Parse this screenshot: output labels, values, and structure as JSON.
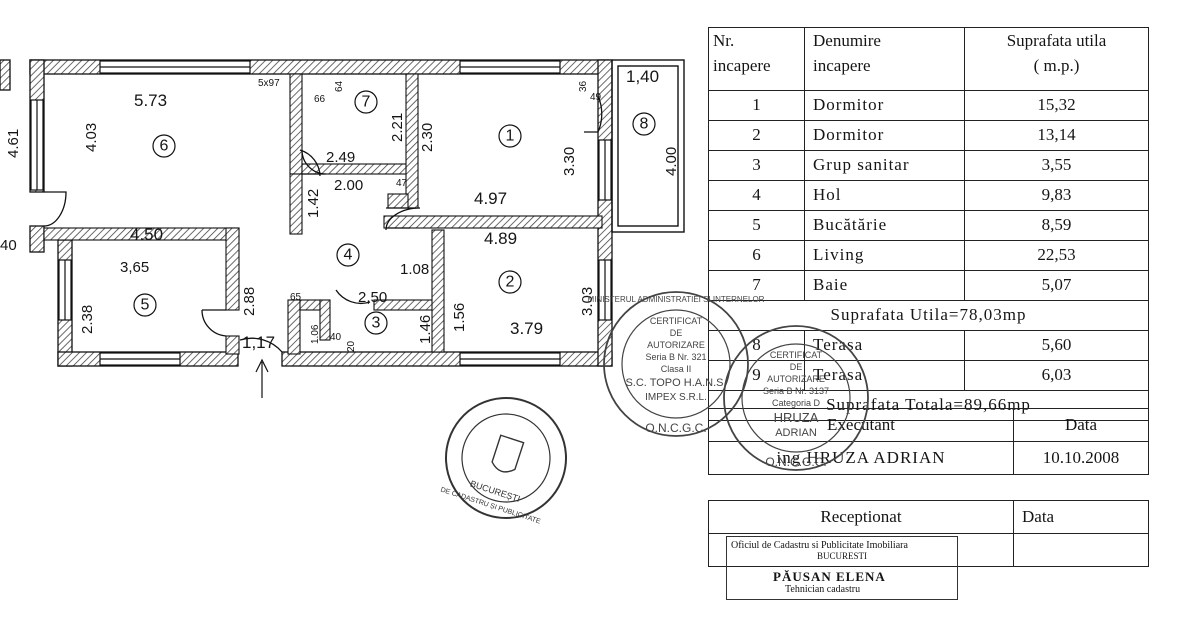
{
  "plan": {
    "dimensions": {
      "living_w": "5.73",
      "living_h": "4.03",
      "left_total": "4.61",
      "left_small": "40",
      "window_mark": "5x97",
      "room7_a": "66",
      "room7_b": "64",
      "room7_h": "2.21",
      "room7_w": "2.49",
      "hall_top": "2.30",
      "hall_w": "2.00",
      "hall_h": "1.42",
      "hall_small": "47",
      "room1_w": "4.97",
      "room1_h": "3.30",
      "room1_small": "36",
      "room1_small2": "49",
      "terrace_w": "1,40",
      "terrace_h": "4.00",
      "kitchen_top": "4.50",
      "kitchen_w": "3,65",
      "kitchen_h": "2.38",
      "kitchen_side": "2.88",
      "room2_top": "4.89",
      "room2_w": "3.79",
      "room2_h": "3.03",
      "room2_side": "1.56",
      "bath3_a": "1.08",
      "bath3_w": "2,50",
      "bath3_h": "1.46",
      "bath3_b": "1.06",
      "bath3_c": "65",
      "bath3_d": "40",
      "bath3_e": "20",
      "entry": "1,17"
    },
    "room_numbers": [
      "1",
      "2",
      "3",
      "4",
      "5",
      "6",
      "7",
      "8"
    ]
  },
  "table": {
    "headers": {
      "col1": [
        "Nr.",
        "incapere"
      ],
      "col2": [
        "Denumire",
        "incapere"
      ],
      "col3": [
        "Suprafata utila",
        "( m.p.)"
      ]
    },
    "rows": [
      {
        "nr": "1",
        "name": "Dormitor",
        "area": "15,32"
      },
      {
        "nr": "2",
        "name": "Dormitor",
        "area": "13,14"
      },
      {
        "nr": "3",
        "name": "Grup sanitar",
        "area": "3,55"
      },
      {
        "nr": "4",
        "name": "Hol",
        "area": "9,83"
      },
      {
        "nr": "5",
        "name": "Bucătărie",
        "area": "8,59"
      },
      {
        "nr": "6",
        "name": "Living",
        "area": "22,53"
      },
      {
        "nr": "7",
        "name": "Baie",
        "area": "5,07"
      }
    ],
    "useful_total": "Suprafata Utila=78,03mp",
    "terraces": [
      {
        "nr": "8",
        "name": "Terasa",
        "area": "5,60"
      },
      {
        "nr": "9",
        "name": "Terasa",
        "area": "6,03"
      }
    ],
    "grand_total": "Suprafata Totala=89,66mp"
  },
  "signature": {
    "executant_label": "Executant",
    "date_label": "Data",
    "executant_name": "ing.HRUZA ADRIAN",
    "date_value": "10.10.2008",
    "received_label": "Receptionat",
    "received_date_label": "Data"
  },
  "stamp": {
    "office": "Oficiul de Cadastru si Publicitate Imobiliara",
    "city": "BUCURESTI",
    "name": "PĂUSAN ELENA",
    "role": "Tehnician cadastru"
  },
  "seals": {
    "round_left_city": "BUCUREȘTI",
    "round_left_text": "DE CADASTRU ȘI PUBLICITATE",
    "cert1_lines": [
      "CERTIFICAT",
      "DE",
      "AUTORIZARE",
      "Seria B Nr. 321",
      "Clasa II",
      "S.C. TOPO H.A.N.S.",
      "IMPEX S.R.L."
    ],
    "cert1_ring": "MINISTERUL ADMINISTRATIEI SI INTERNELOR",
    "cert1_bottom": "O.N.C.G.C.",
    "cert2_lines": [
      "CERTIFICAT",
      "DE",
      "AUTORIZARE",
      "Seria B Nr. 3137",
      "Categoria D",
      "HRUZA",
      "ADRIAN"
    ],
    "cert2_bottom": "O.N.C.G.C."
  },
  "colors": {
    "ink": "#151515",
    "paper": "#ffffff",
    "hatch": "#555555"
  }
}
